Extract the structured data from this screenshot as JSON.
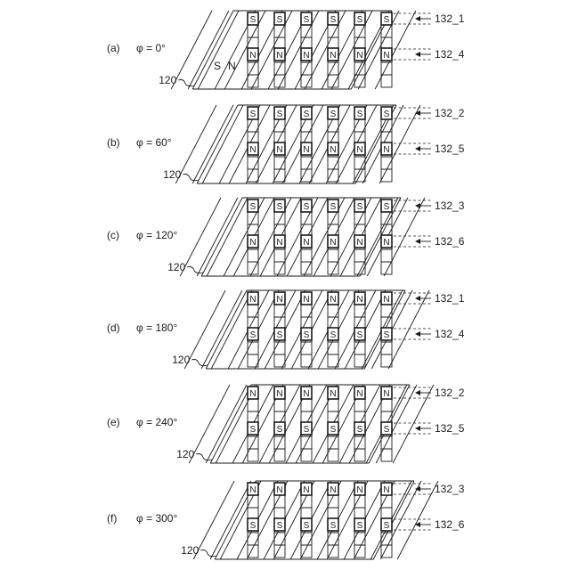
{
  "panels": [
    {
      "letter": "(a)",
      "phase": "φ = 0°",
      "core_ref": "120",
      "row1_symbol": "S",
      "row2_symbol": "N",
      "sensor_top": "132_1",
      "sensor_bottom": "132_4",
      "shift_slots": 0,
      "strip_labels": [
        "S",
        "N"
      ]
    },
    {
      "letter": "(b)",
      "phase": "φ = 60°",
      "core_ref": "120",
      "row1_symbol": "S",
      "row2_symbol": "N",
      "sensor_top": "132_2",
      "sensor_bottom": "132_5",
      "shift_slots": 1,
      "strip_labels": []
    },
    {
      "letter": "(c)",
      "phase": "φ = 120°",
      "core_ref": "120",
      "row1_symbol": "S",
      "row2_symbol": "N",
      "sensor_top": "132_3",
      "sensor_bottom": "132_6",
      "shift_slots": 2,
      "strip_labels": []
    },
    {
      "letter": "(d)",
      "phase": "φ = 180°",
      "core_ref": "120",
      "row1_symbol": "N",
      "row2_symbol": "S",
      "sensor_top": "132_1",
      "sensor_bottom": "132_4",
      "shift_slots": 3,
      "strip_labels": []
    },
    {
      "letter": "(e)",
      "phase": "φ = 240°",
      "core_ref": "120",
      "row1_symbol": "N",
      "row2_symbol": "S",
      "sensor_top": "132_2",
      "sensor_bottom": "132_5",
      "shift_slots": 4,
      "strip_labels": []
    },
    {
      "letter": "(f)",
      "phase": "φ = 300°",
      "core_ref": "120",
      "row1_symbol": "N",
      "row2_symbol": "S",
      "sensor_top": "132_3",
      "sensor_bottom": "132_6",
      "shift_slots": 5,
      "strip_labels": []
    }
  ]
}
